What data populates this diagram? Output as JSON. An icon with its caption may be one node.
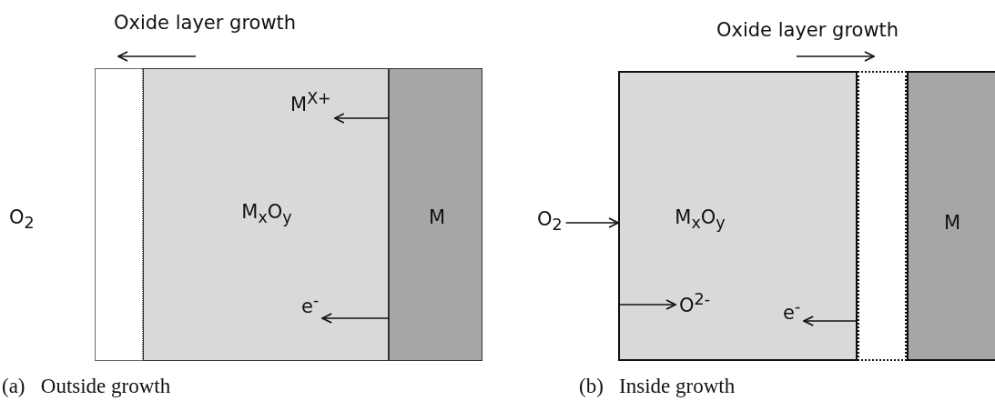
{
  "diagram": {
    "nodes": [
      {
        "text": [],
        "shape": "bar"
      },
      {
        "text": [
          "M$_{x}$O$_{y}$"
        ]
      },
      {
        "text": [
          "M"
        ]
      },
      {
        "text": [
          "M$^{X+}$"
        ],
        "in": 1
      },
      {
        "text": [
          "e$^{-}$"
        ],
        "in": 1
      },
      {
        "text": [
          "O$_{2}$"
        ]
      },
      {
        "text": [
          "M$_{x}$O$_{y}$"
        ]
      },
      {
        "text": [
          "O$^{2-}$"
        ],
        "in": 6
      },
      {
        "text": [
          "e$^{-}$"
        ],
        "in": 6
      },
      {
        "text": [],
        "shape": "bar"
      },
      {
        "text": [
          "M"
        ]
      }
    ],
    "edges": [
      {
        "from": 2,
        "to": 3,
        "arrow": "to"
      },
      {
        "from": 2,
        "to": 4,
        "arrow": "to"
      },
      {
        "from": 5,
        "to": 6,
        "arrow": "to"
      },
      {
        "from": 6,
        "to": 7,
        "arrow": "to"
      },
      {
        "from": 9,
        "to": 8,
        "arrow": "to"
      }
    ],
    "labels": [
      "Oxide layer growth",
      "Oxide layer growth",
      "O$_{2}$",
      "(a)   Outside growth",
      "(b)   Inside growth"
    ]
  }
}
